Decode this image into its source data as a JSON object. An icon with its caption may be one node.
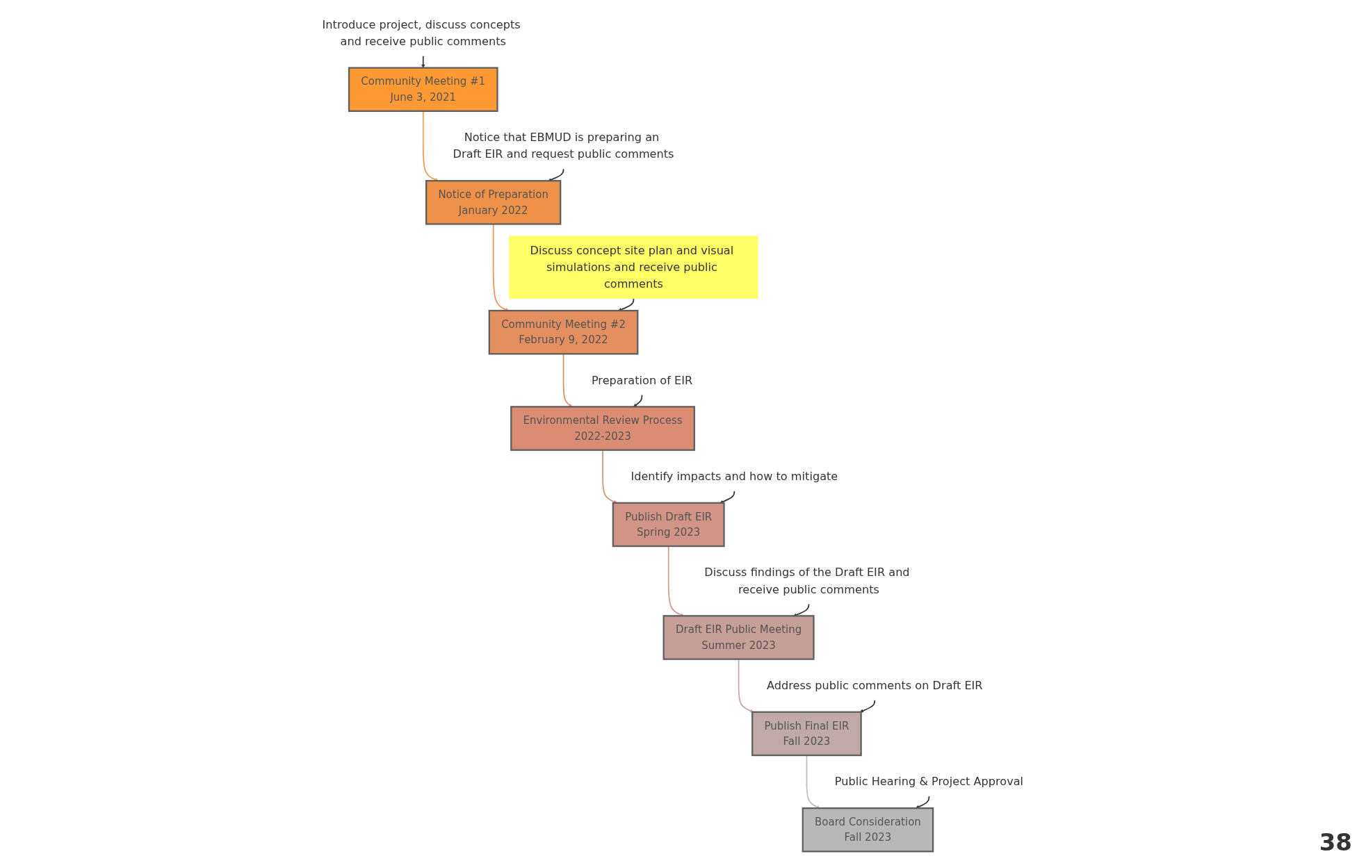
{
  "diagram": {
    "nodes": [
      {
        "text": [
          "Community Meeting #1",
          "June 3, 2021"
        ]
      },
      {
        "text": [
          "Introduce project, discuss concepts and receive public comments"
        ]
      },
      {
        "text": [
          "Notice of Preparation",
          "January 2022"
        ]
      },
      {
        "text": [
          "Notice that EBMUD is preparing an Draft EIR and request public comments"
        ]
      },
      {
        "text": [
          "Community Meeting #2",
          "February 9, 2022"
        ]
      },
      {
        "text": [
          "Discuss concept site plan and visual simulations and receive public comments"
        ]
      },
      {
        "text": [
          "Environmental Review Process",
          "2022-2023"
        ]
      },
      {
        "text": [
          "Preparation of EIR"
        ]
      },
      {
        "text": [
          "Publish Draft EIR",
          "Spring 2023"
        ]
      },
      {
        "text": [
          "Identify impacts and how to mitigate"
        ]
      },
      {
        "text": [
          "Draft EIR Public Meeting",
          "Summer 2023"
        ]
      },
      {
        "text": [
          "Discuss findings of the Draft EIR and receive public comments"
        ]
      },
      {
        "text": [
          "Publish Final EIR",
          "Fall 2023"
        ]
      },
      {
        "text": [
          "Address public comments on Draft EIR"
        ]
      },
      {
        "text": [
          "Board Consideration",
          "Fall 2023"
        ]
      },
      {
        "text": [
          "Public Hearing & Project Approval"
        ]
      }
    ],
    "edges": [
      {
        "from": 0,
        "to": 2,
        "arrow": "to",
        "color": "#f79a3e"
      },
      {
        "from": 2,
        "to": 4,
        "arrow": "to",
        "color": "#ee9150"
      },
      {
        "from": 4,
        "to": 6,
        "arrow": "to",
        "color": "#e38d66"
      },
      {
        "from": 6,
        "to": 8,
        "arrow": "to",
        "color": "#d98e7a"
      },
      {
        "from": 8,
        "to": 10,
        "arrow": "to",
        "color": "#cf9a90"
      },
      {
        "from": 10,
        "to": 12,
        "arrow": "to",
        "color": "#c6a7a5"
      },
      {
        "from": 12,
        "to": 14,
        "arrow": "to",
        "color": "#bdbdbd"
      },
      {
        "from": 1,
        "to": 0,
        "arrow": "to"
      },
      {
        "from": 3,
        "to": 2,
        "arrow": "to"
      },
      {
        "from": 5,
        "to": 4,
        "arrow": "to"
      },
      {
        "from": 7,
        "to": 6,
        "arrow": "to"
      },
      {
        "from": 9,
        "to": 8,
        "arrow": "to"
      },
      {
        "from": 11,
        "to": 10,
        "arrow": "to"
      },
      {
        "from": 13,
        "to": 12,
        "arrow": "to"
      },
      {
        "from": 15,
        "to": 14,
        "arrow": "to"
      }
    ],
    "labels": [
      "38"
    ]
  }
}
